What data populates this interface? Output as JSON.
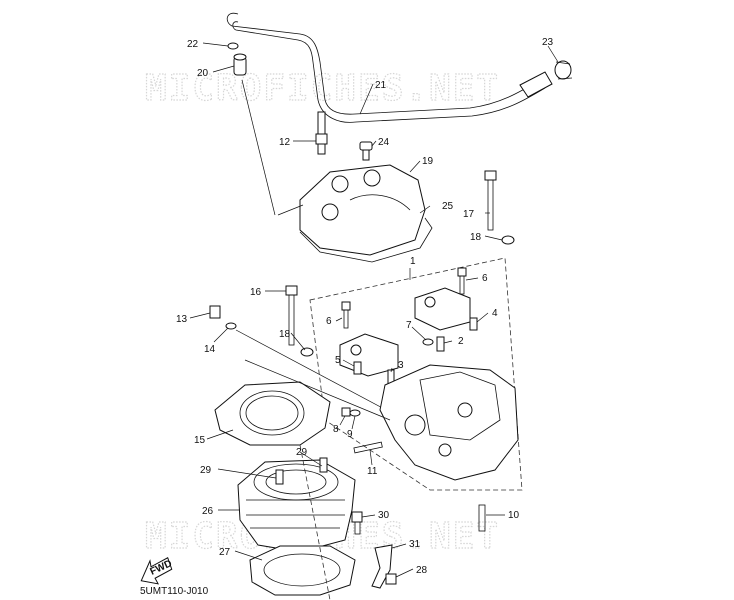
{
  "diagram": {
    "code": "5UMT110-J010",
    "watermark": "MICROFICHES.NET",
    "fwd_label": "FWD",
    "callouts": [
      "1",
      "2",
      "3",
      "4",
      "5",
      "6",
      "6",
      "7",
      "8",
      "9",
      "10",
      "11",
      "12",
      "13",
      "14",
      "15",
      "16",
      "17",
      "18",
      "18",
      "19",
      "20",
      "21",
      "22",
      "23",
      "24",
      "25",
      "26",
      "27",
      "28",
      "29",
      "29",
      "30",
      "31"
    ]
  }
}
